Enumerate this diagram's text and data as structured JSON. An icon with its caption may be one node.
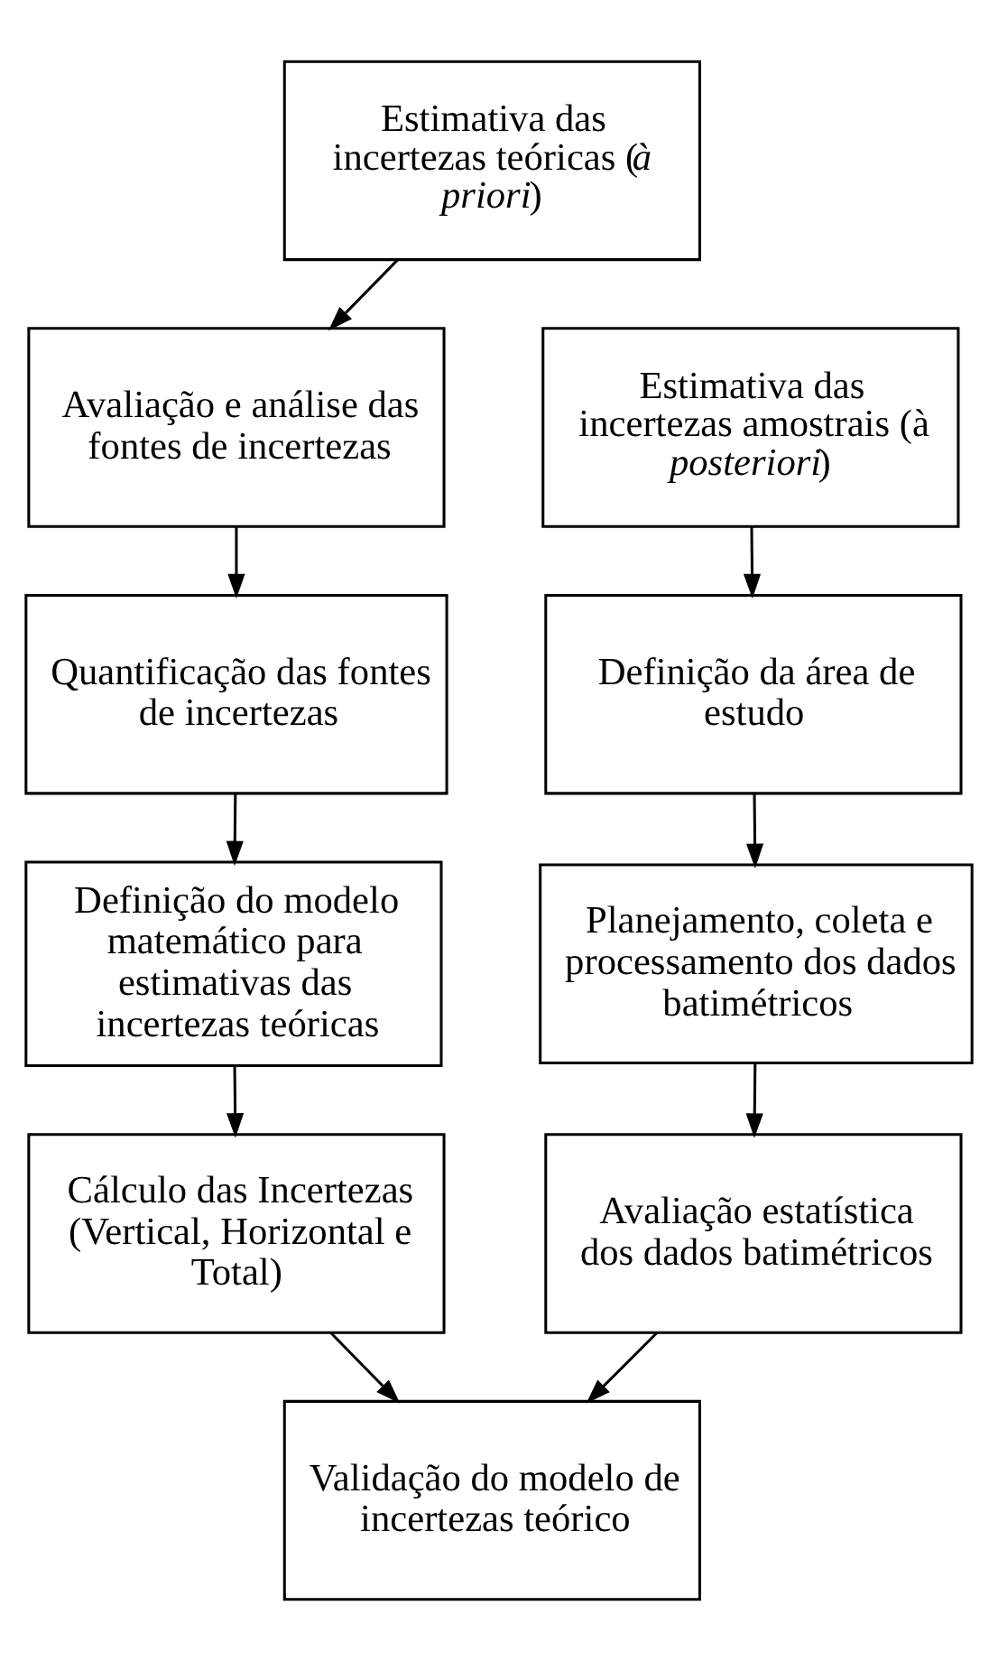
{
  "diagram": {
    "nodes": [
      {
        "text": [
          "Estimativa das incertezas teóricas (*à priori*)"
        ]
      },
      {
        "text": [
          "Avaliação e análise das fontes de incertezas"
        ]
      },
      {
        "text": [
          "Quantificação das fontes de incertezas"
        ]
      },
      {
        "text": [
          "Definição do modelo matemático para estimativas das incertezas teóricas"
        ]
      },
      {
        "text": [
          "Cálculo das Incertezas (Vertical, Horizontal e Total)"
        ]
      },
      {
        "text": [
          "Estimativa das incertezas amostrais (à *posteriori*)"
        ]
      },
      {
        "text": [
          "Definição da área de estudo"
        ]
      },
      {
        "text": [
          "Planejamento, coleta e processamento dos dados batimétricos"
        ]
      },
      {
        "text": [
          "Avaliação estatística dos dados batimétricos"
        ]
      },
      {
        "text": [
          "Validação do modelo de incertezas teórico"
        ]
      }
    ],
    "edges": [
      {
        "from": 0,
        "to": 1,
        "arrow": "to"
      },
      {
        "from": 1,
        "to": 2,
        "arrow": "to"
      },
      {
        "from": 2,
        "to": 3,
        "arrow": "to"
      },
      {
        "from": 3,
        "to": 4,
        "arrow": "to"
      },
      {
        "from": 5,
        "to": 6,
        "arrow": "to"
      },
      {
        "from": 6,
        "to": 7,
        "arrow": "to"
      },
      {
        "from": 7,
        "to": 8,
        "arrow": "to"
      },
      {
        "from": 4,
        "to": 9,
        "arrow": "to"
      },
      {
        "from": 8,
        "to": 9,
        "arrow": "to"
      }
    ]
  }
}
